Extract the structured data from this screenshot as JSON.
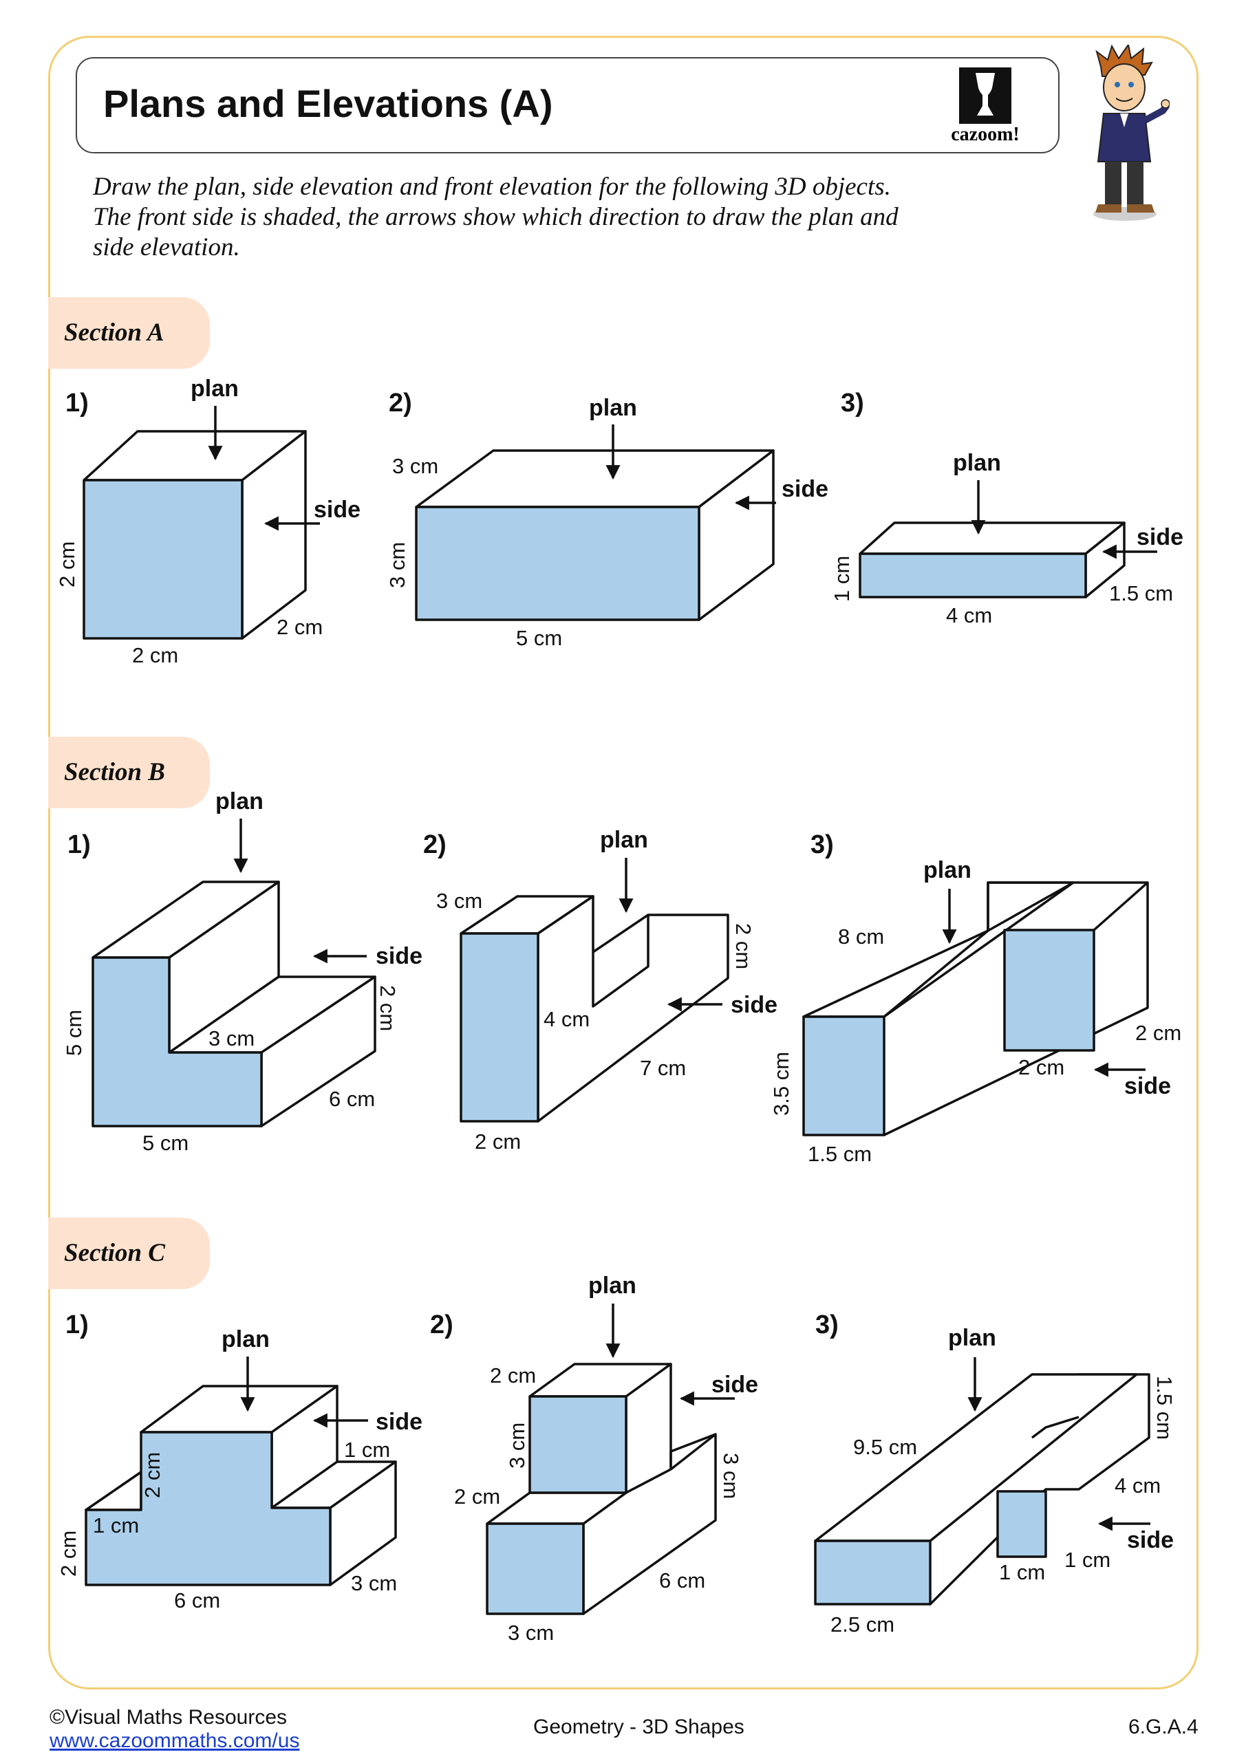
{
  "header": {
    "title": "Plans and Elevations (A)",
    "logo_text": "cazoom!"
  },
  "instructions": {
    "line1": "Draw the plan, side elevation and front elevation for the following 3D objects.",
    "line2": "The front side is shaded, the arrows show which direction to draw the plan and",
    "line3": "side elevation."
  },
  "labels": {
    "plan": "plan",
    "side": "side"
  },
  "colors": {
    "shade": "#abcfea",
    "frame": "#f3cf75",
    "tab": "#fde2cf",
    "link": "#1a3ecf"
  },
  "sections": {
    "a": {
      "label": "Section A",
      "q1": {
        "num": "1)",
        "height": "2 cm",
        "width": "2 cm",
        "depth": "2 cm"
      },
      "q2": {
        "num": "2)",
        "depth": "3 cm",
        "height": "3 cm",
        "width": "5 cm"
      },
      "q3": {
        "num": "3)",
        "height": "1 cm",
        "width": "4 cm",
        "depth": "1.5 cm"
      }
    },
    "b": {
      "label": "Section B",
      "q1": {
        "num": "1)",
        "height": "5 cm",
        "step": "3 cm",
        "step_height": "2 cm",
        "depth": "6 cm",
        "width": "5 cm"
      },
      "q2": {
        "num": "2)",
        "top_depth": "3 cm",
        "notch_height": "2 cm",
        "inner": "4 cm",
        "depth": "7 cm",
        "width": "2 cm"
      },
      "q3": {
        "num": "3)",
        "length": "8 cm",
        "height": "3.5 cm",
        "width": "1.5 cm",
        "inner_width": "2 cm",
        "inner_height": "2 cm"
      }
    },
    "c": {
      "label": "Section C",
      "q1": {
        "num": "1)",
        "top_height": "2 cm",
        "step_depth": "1 cm",
        "left_step": "1 cm",
        "base_height": "2 cm",
        "width": "6 cm",
        "depth": "3 cm"
      },
      "q2": {
        "num": "2)",
        "top_depth": "2 cm",
        "top_height": "3 cm",
        "mid_depth": "2 cm",
        "right_height": "3 cm",
        "depth": "6 cm",
        "width": "3 cm"
      },
      "q3": {
        "num": "3)",
        "length": "9.5 cm",
        "tail": "1.5 cm",
        "mid": "4 cm",
        "small_width": "1 cm",
        "small_depth": "1 cm",
        "width": "2.5 cm"
      }
    }
  },
  "footer": {
    "copyright": "©Visual Maths Resources",
    "url": "www.cazoommaths.com/us",
    "topic": "Geometry - 3D Shapes",
    "standard": "6.G.A.4"
  }
}
